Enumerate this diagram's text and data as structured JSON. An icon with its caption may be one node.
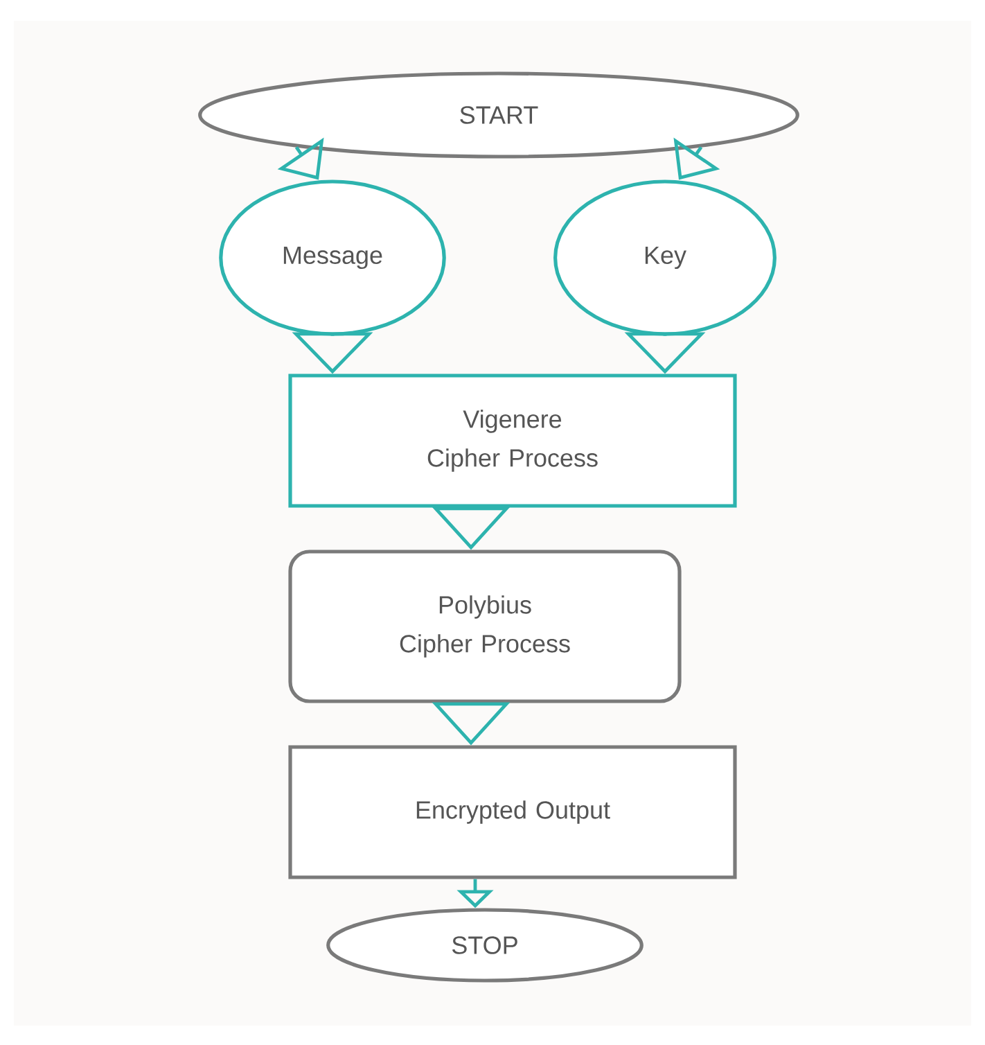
{
  "diagram": {
    "nodes": [
      {
        "text": [
          "START"
        ]
      },
      {
        "text": [
          "Message"
        ]
      },
      {
        "text": [
          "Key"
        ]
      },
      {
        "text": [
          "Vigenere Cipher Process"
        ]
      },
      {
        "text": [
          "Polybius Cipher Process"
        ]
      },
      {
        "text": [
          "Encrypted Output"
        ]
      },
      {
        "text": [
          "STOP"
        ]
      }
    ],
    "edges": [
      {
        "from": 0,
        "to": 1,
        "arrow": "to"
      },
      {
        "from": 0,
        "to": 2,
        "arrow": "to"
      },
      {
        "from": 1,
        "to": 3,
        "arrow": "to"
      },
      {
        "from": 2,
        "to": 3,
        "arrow": "to"
      },
      {
        "from": 3,
        "to": 4,
        "arrow": "to"
      },
      {
        "from": 4,
        "to": 5,
        "arrow": "to"
      },
      {
        "from": 5,
        "to": 6,
        "arrow": "to"
      }
    ]
  }
}
